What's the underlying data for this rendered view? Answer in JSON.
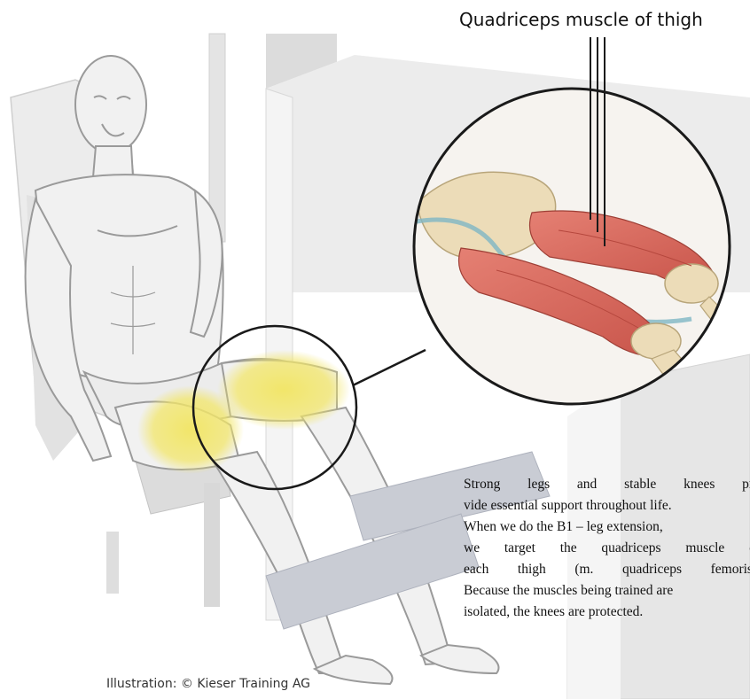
{
  "label": {
    "text": "Quadriceps muscle of thigh"
  },
  "description": {
    "lines": [
      "Strong legs and stable knees pro-",
      "vide essential support throughout life.",
      "When we do the B1 – leg extension,",
      "we target the quadriceps muscle of",
      "each thigh (m. quadriceps femoris).",
      "Because the muscles being trained are",
      "isolated, the knees are protected."
    ]
  },
  "credit": {
    "text": "Illustration: © Kieser Training AG"
  },
  "colors": {
    "machine": "#ececec",
    "machine_shade": "#d2d2d2",
    "skin": "#f1f1f1",
    "skin_outline": "#9a9a9a",
    "muscle": "#d9665a",
    "highlight": "#f2e66a",
    "pad": "#c9ccd4",
    "bone": "#ecdcb8",
    "fascia": "#7fb7c4"
  },
  "icons": {
    "figure": "seated-man-illustration",
    "magnifier": "muscle-detail-circle"
  }
}
